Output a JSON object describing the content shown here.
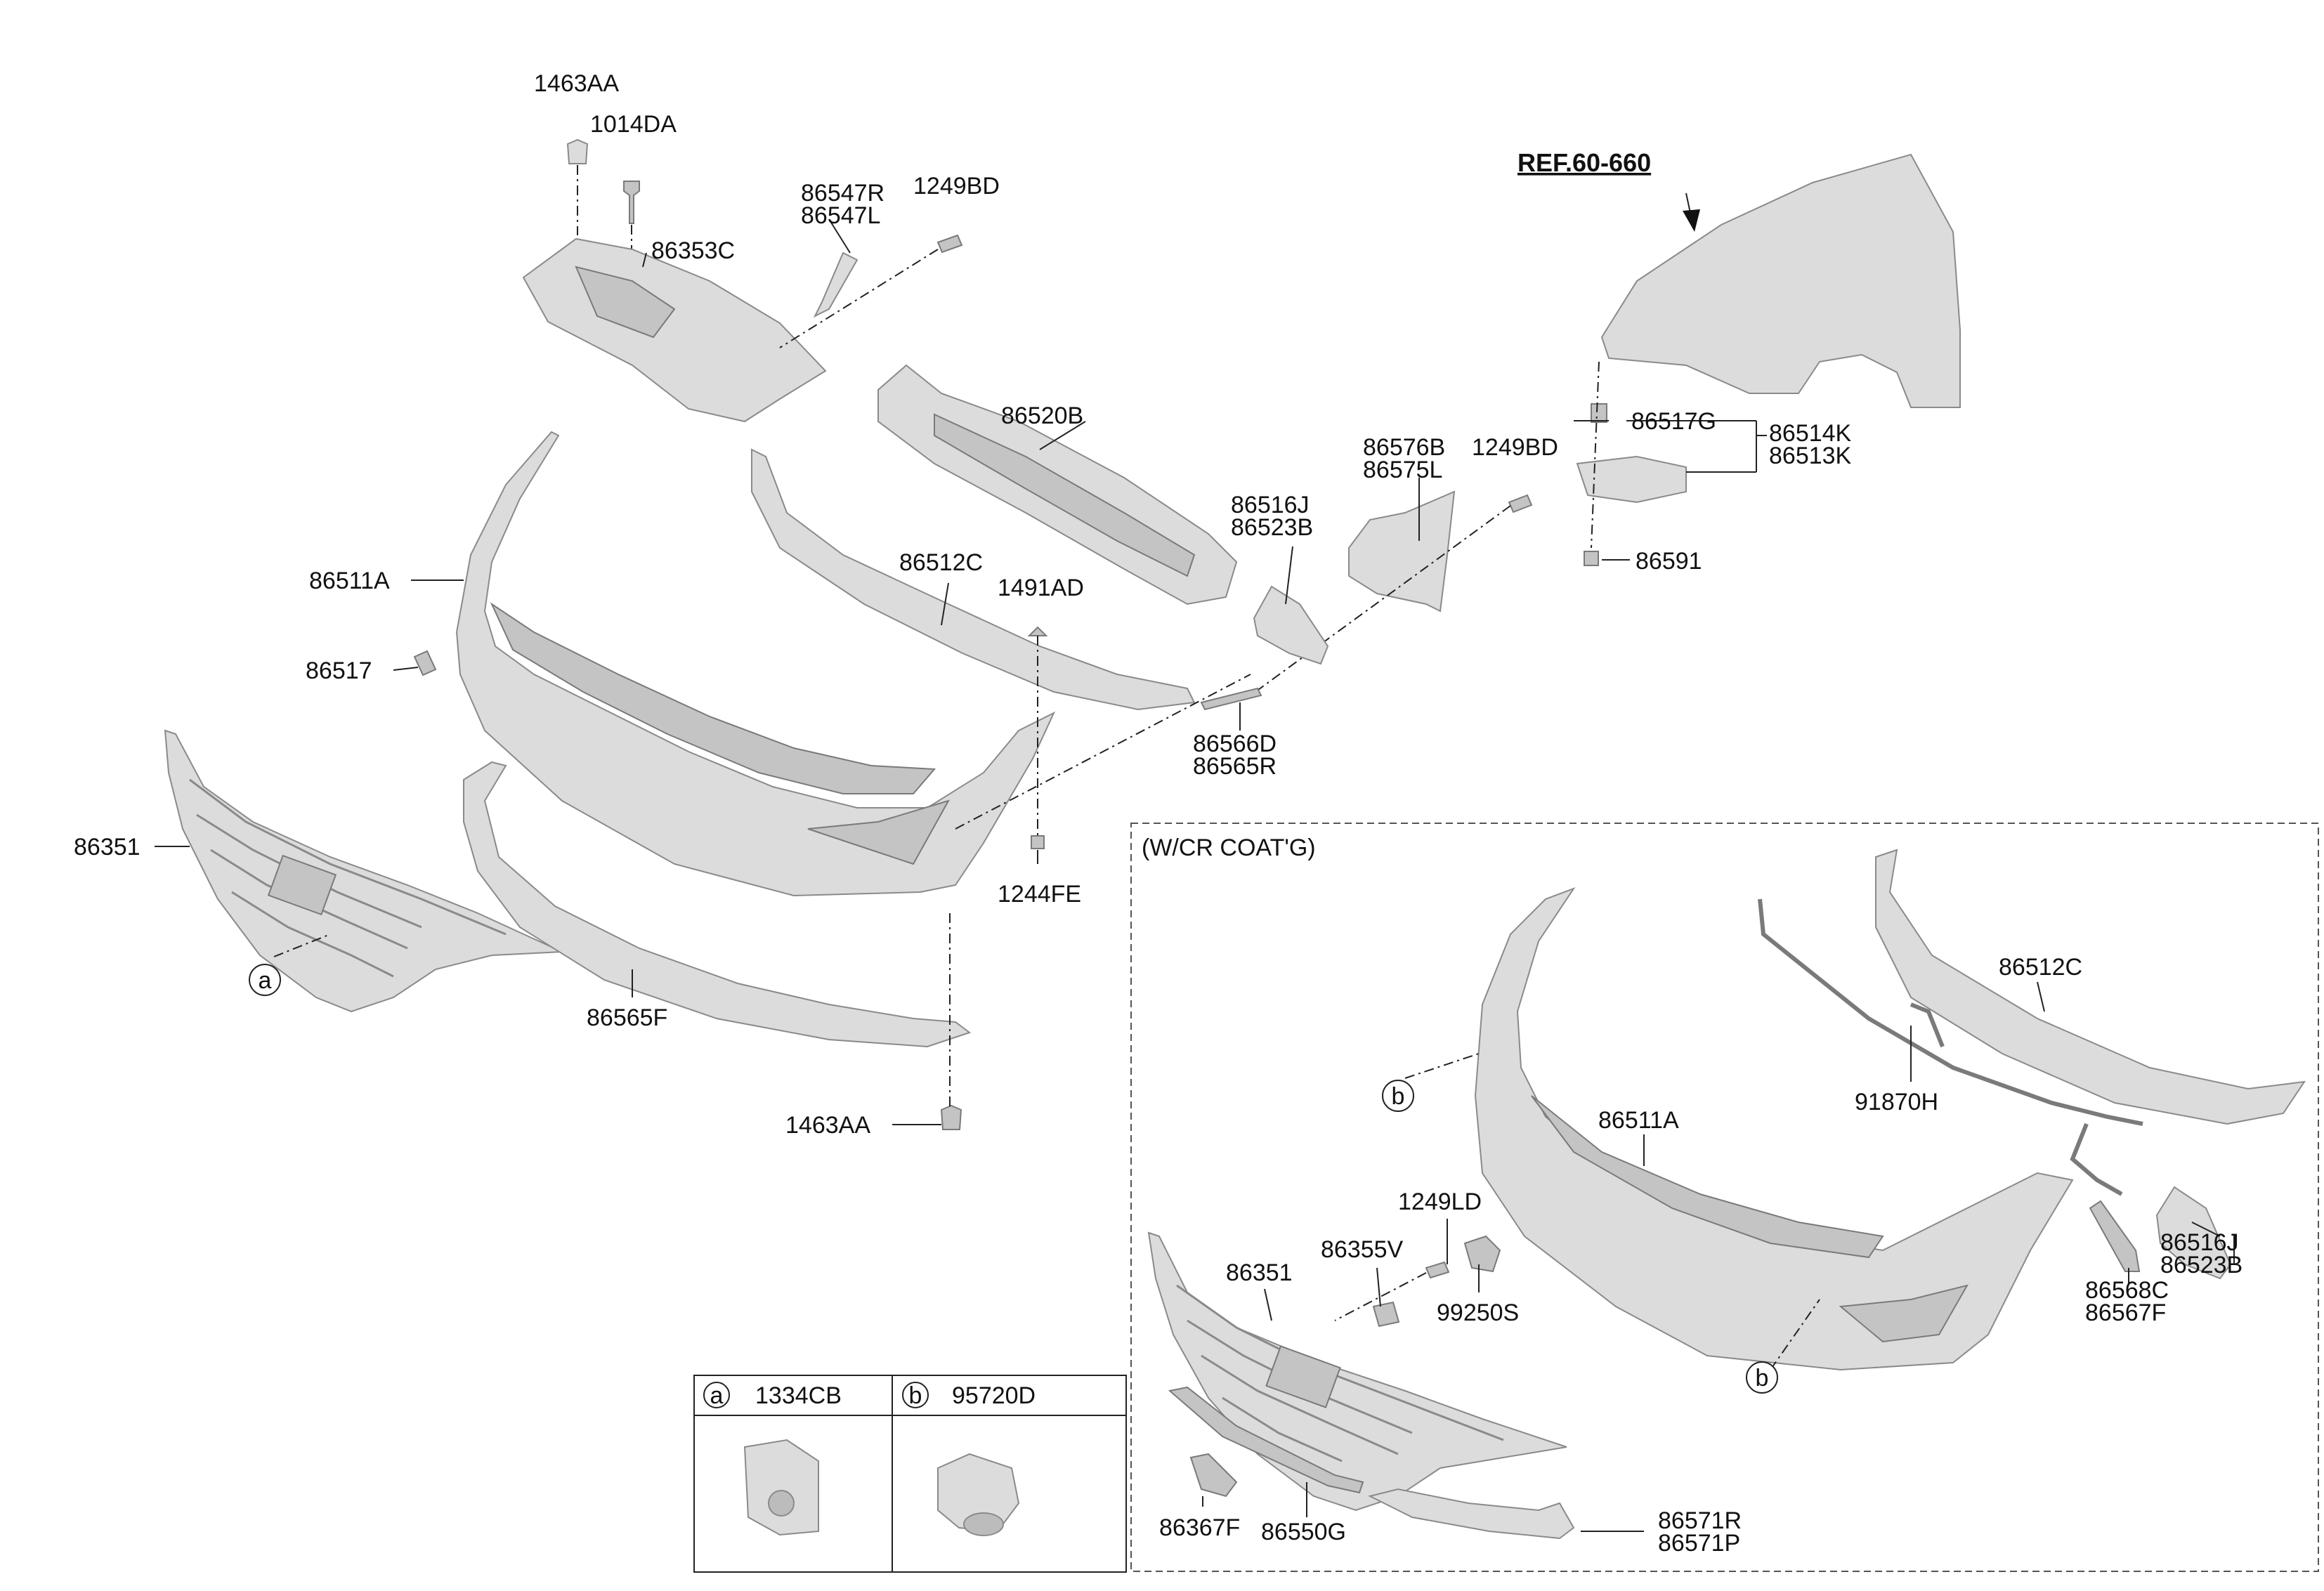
{
  "diagram": {
    "reference": "REF.60-660",
    "inset_title": "(W/CR COAT'G)",
    "callouts": {
      "a": "a",
      "b": "b"
    },
    "labels": {
      "p1463AA_top": "1463AA",
      "p1014DA": "1014DA",
      "p86547R": "86547R",
      "p86547L": "86547L",
      "p1249BD_top": "1249BD",
      "p86353C": "86353C",
      "p86520B": "86520B",
      "p86576B": "86576B",
      "p86575L": "86575L",
      "p1249BD_mid": "1249BD",
      "p86517G": "86517G",
      "p86514K": "86514K",
      "p86513K": "86513K",
      "p86591": "86591",
      "p86516J": "86516J",
      "p86523B": "86523B",
      "p86511A": "86511A",
      "p86512C": "86512C",
      "p1491AD": "1491AD",
      "p86517": "86517",
      "p86566D": "86566D",
      "p86565R": "86565R",
      "p86351": "86351",
      "p1244FE": "1244FE",
      "p86565F": "86565F",
      "p1463AA_bot": "1463AA",
      "i86512C": "86512C",
      "i91870H": "91870H",
      "i86511A": "86511A",
      "i1249LD": "1249LD",
      "i86355V": "86355V",
      "i86351": "86351",
      "i99250S": "99250S",
      "i86516J": "86516J",
      "i86523B": "86523B",
      "i86568C": "86568C",
      "i86567F": "86567F",
      "i86367F": "86367F",
      "i86550G": "86550G",
      "i86571R": "86571R",
      "i86571P": "86571P"
    },
    "legend": [
      {
        "key": "a",
        "part": "1334CB"
      },
      {
        "key": "b",
        "part": "95720D"
      }
    ]
  }
}
